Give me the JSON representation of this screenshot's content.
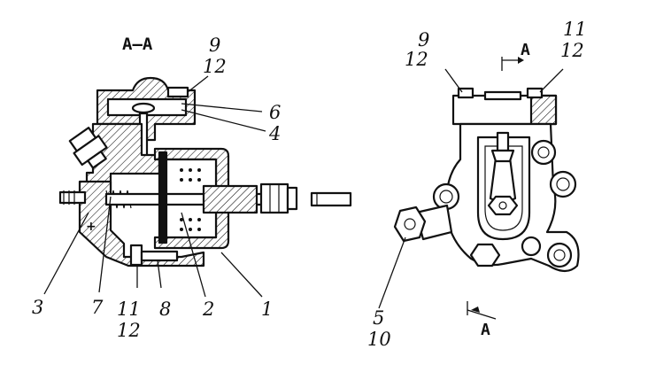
{
  "section_title": "A–A",
  "section_mark": "A",
  "labels": {
    "l1": "1",
    "l2": "2",
    "l3": "3",
    "l4": "4",
    "l5": "5",
    "l6": "6",
    "l7": "7",
    "l8": "8",
    "l9a": "9",
    "l12a": "12",
    "l11a": "11",
    "l12b": "12",
    "l10": "10",
    "l9b": "9",
    "l12c": "12",
    "l11b": "11",
    "l12d": "12"
  }
}
